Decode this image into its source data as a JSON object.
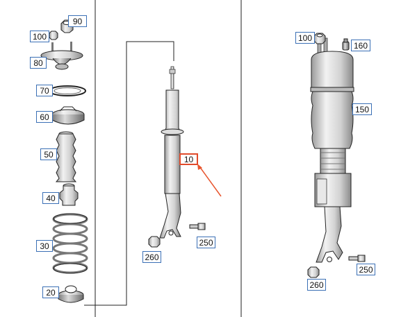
{
  "colors": {
    "callout_border": "#3a6fb5",
    "selected_border": "#e04a2a",
    "arrow": "#e8552e",
    "line": "#222222",
    "part_shade": "#cfcfcf"
  },
  "callouts": {
    "c90": "90",
    "c100_left": "100",
    "c80": "80",
    "c70": "70",
    "c60": "60",
    "c50": "50",
    "c40": "40",
    "c30": "30",
    "c20": "20",
    "c10": "10",
    "c250_mid": "250",
    "c260_mid": "260",
    "c100_right": "100",
    "c160": "160",
    "c150": "150",
    "c250_right": "250",
    "c260_right": "260"
  }
}
